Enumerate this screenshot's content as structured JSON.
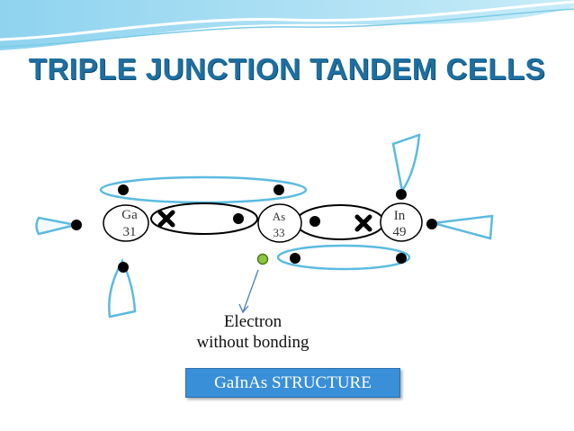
{
  "slide": {
    "title": "TRIPLE JUNCTION TANDEM CELLS"
  },
  "atoms": [
    {
      "symbol": "Ga",
      "number": "31"
    },
    {
      "symbol": "As",
      "number": "33"
    },
    {
      "symbol": "In",
      "number": "49"
    }
  ],
  "annotation": {
    "line1": "Electron",
    "line2": "without bonding"
  },
  "structure_label": "GaInAs STRUCTURE",
  "colors": {
    "title": "#1e6fa0",
    "orbital_lobe": "#5bbbe0",
    "outline": "#000000",
    "lone_electron": "#8cc63f",
    "structure_box": "#3a8fd9",
    "arrow": "#4a7fb5"
  }
}
